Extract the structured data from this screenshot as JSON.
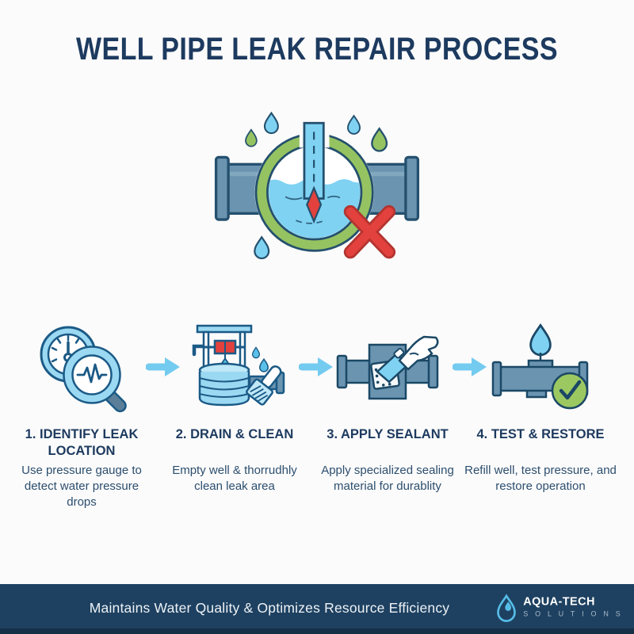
{
  "title": "WELL PIPE LEAK REPAIR PROCESS",
  "hero": {
    "name": "well-pipe-leak-illustration",
    "elements": [
      "horizontal-pipe",
      "green-ring",
      "water-fill",
      "vertical-drain-pipe",
      "red-leak-diamond",
      "red-x-mark",
      "water-drops"
    ]
  },
  "steps": [
    {
      "heading": "1. IDENTIFY LEAK LOCATION",
      "body": "Use pressure gauge to detect water pressure drops",
      "icon": "pressure-gauge-magnifier-icon"
    },
    {
      "heading": "2. DRAIN & CLEAN",
      "body": "Empty well & thorrudhly clean leak area",
      "icon": "well-drain-brush-icon"
    },
    {
      "heading": "3. APPLY SEALANT",
      "body": "Apply specialized sealing material for durablity",
      "icon": "sealant-application-icon"
    },
    {
      "heading": "4. TEST & RESTORE",
      "body": "Refill well, test pressure, and restore operation",
      "icon": "pipe-check-drop-icon"
    }
  ],
  "footer": {
    "tagline": "Maintains Water Quality & Optimizes Resource Efficiency",
    "brand_name": "AQUA-TECH",
    "brand_subtitle": "S O L U T I O N S",
    "logo_icon": "water-drop-logo-icon"
  },
  "colors": {
    "title_navy": "#1d3a5f",
    "body_navy": "#2c4e6e",
    "footer_bg": "#1e4161",
    "arrow_blue": "#74cbf0",
    "pipe_steel": "#6b94b0",
    "outline_navy": "#24506e",
    "water_blue": "#7fd2f2",
    "ring_green": "#96c361",
    "error_red": "#e2413d",
    "check_green": "#9cc862",
    "logo_blue": "#56bde8"
  }
}
